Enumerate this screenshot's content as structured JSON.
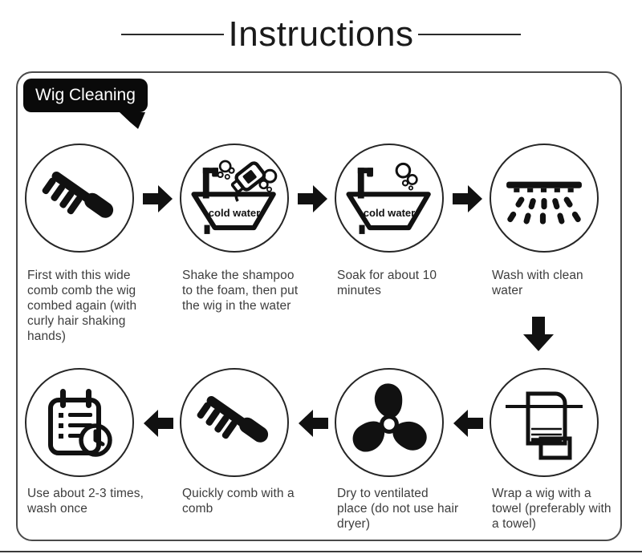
{
  "header": {
    "title": "Instructions"
  },
  "panel": {
    "label": "Wig Cleaning",
    "rows": [
      {
        "flow": "left-to-right",
        "steps": [
          {
            "icon": "wide-tooth-comb-icon",
            "caption": "First with this wide comb comb the wig combed again (with curly hair shaking hands)"
          },
          {
            "icon": "basin-shampoo-bubbles-icon",
            "icon_label": "cold water",
            "caption": "Shake the shampoo to the foam, then put the wig in the water"
          },
          {
            "icon": "basin-bubbles-icon",
            "icon_label": "cold water",
            "caption": "Soak for about 10 minutes"
          },
          {
            "icon": "shower-spray-icon",
            "caption": "Wash with clean water"
          }
        ]
      },
      {
        "flow": "right-to-left",
        "steps": [
          {
            "icon": "calendar-clock-icon",
            "caption": "Use about 2-3 times, wash once"
          },
          {
            "icon": "wide-tooth-comb-icon",
            "caption": "Quickly comb with a comb"
          },
          {
            "icon": "fan-icon",
            "caption": "Dry to ventilated place (do not use hair dryer)"
          },
          {
            "icon": "towel-rail-icon",
            "caption": "Wrap a wig with a towel (preferably with a towel)"
          }
        ]
      }
    ]
  },
  "colors": {
    "ink": "#111111",
    "caption_text": "#3d3d3d",
    "panel_border": "#4a4a4a",
    "bubble_bg": "#0a0a0a",
    "bubble_text": "#ffffff",
    "background": "#ffffff"
  }
}
